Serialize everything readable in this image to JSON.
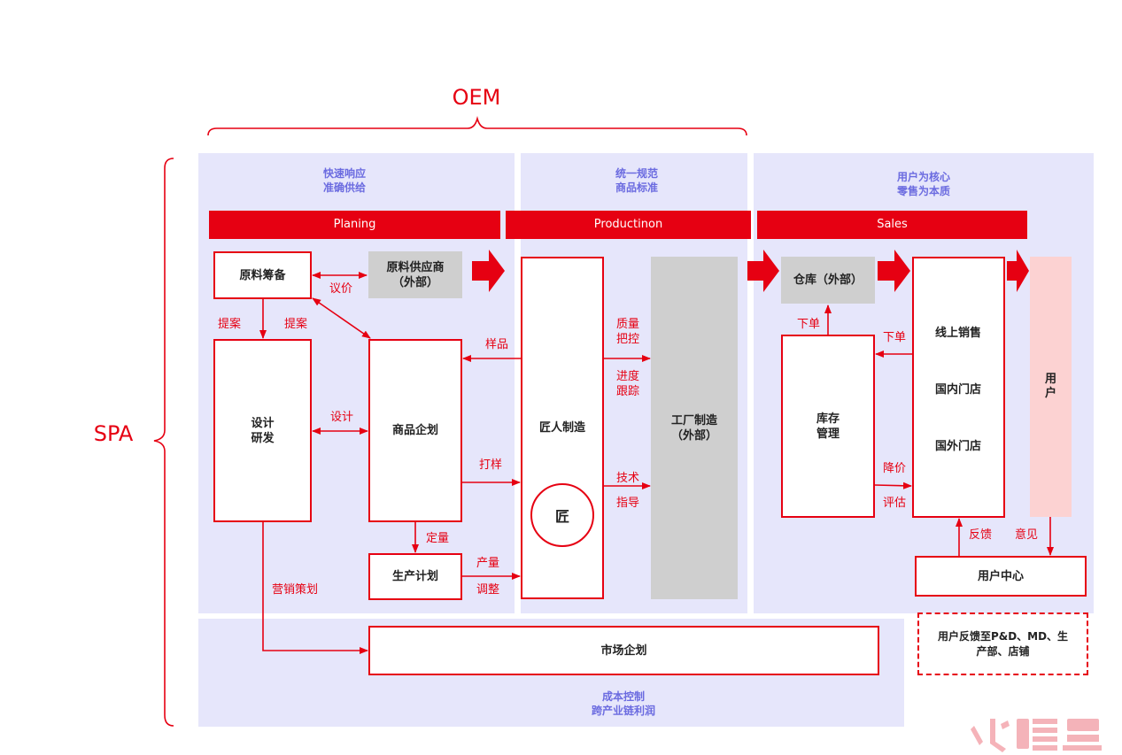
{
  "labels": {
    "oem": "OEM",
    "spa": "SPA"
  },
  "sections": [
    {
      "caption": "快速响应\n准确供给",
      "banner": "Planing"
    },
    {
      "caption": "统一规范\n商品标准",
      "banner": "Productinon"
    },
    {
      "caption": "用户为核心\n零售为本质",
      "banner": "Sales"
    }
  ],
  "bottom_caption": "成本控制\n跨产业链利润",
  "nodes": {
    "raw_prep": "原料筹备",
    "raw_supplier": "原料供应商\n（外部）",
    "design": "设计\n研发",
    "product_plan": "商品企划",
    "prod_plan": "生产计划",
    "craftsman": "匠人制造",
    "craft_seal": "匠",
    "factory": "工厂制造\n（外部）",
    "warehouse": "仓库（外部）",
    "inventory": "库存\n管理",
    "store_online": "线上销售",
    "store_domestic": "国内门店",
    "store_overseas": "国外门店",
    "user": "用\n户",
    "user_center": "用户中心",
    "market_plan": "市场企划",
    "feedback": "用户反馈至P&D、MD、生\n产部、店铺"
  },
  "edges": {
    "negotiate": "议价",
    "propose_left": "提案",
    "propose_right": "提案",
    "design_link": "设计",
    "sample": "样品",
    "quality": "质量\n把控",
    "progress": "进度\n跟踪",
    "prototype": "打样",
    "tech": "技术\n指导",
    "quantify": "定量",
    "output": "产量",
    "adjust": "调整",
    "marketing": "营销策划",
    "order_left": "下单",
    "order_right": "下单",
    "markdown": "降价",
    "evaluate": "评估",
    "feedback_edge": "反馈",
    "opinion": "意见"
  },
  "colors": {
    "accent": "#e60012",
    "panel": "#e6e6fb",
    "caption": "#6b6be0",
    "external": "#cfcfcf",
    "user_fill": "#fcd2d2"
  }
}
